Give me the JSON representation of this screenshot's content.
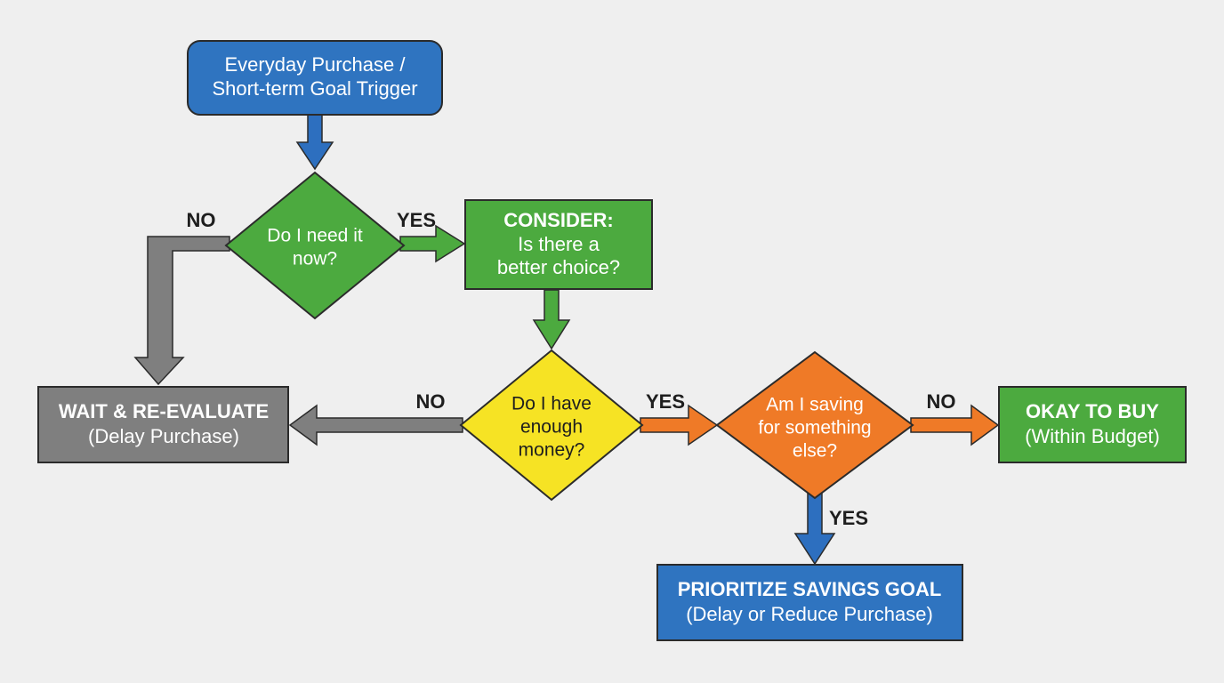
{
  "colors": {
    "background": "#efefef",
    "blue": "#2f74c0",
    "blue_arrow": "#2d6fbf",
    "green": "#4caa3f",
    "yellow": "#f6e324",
    "orange": "#ef7a27",
    "gray": "#7f7f7f",
    "outline": "#2b2b2b",
    "text_light": "#ffffff",
    "text_dark": "#1e1e1e"
  },
  "nodes": {
    "start": {
      "line1": "Everyday Purchase /",
      "line2": "Short-term Goal Trigger"
    },
    "need_now": {
      "line1": "Do I need it",
      "line2": "now?"
    },
    "consider": {
      "line1": "CONSIDER:",
      "line2": "Is there a",
      "line3": "better choice?"
    },
    "enough_money": {
      "line1": "Do I have",
      "line2": "enough",
      "line3": "money?"
    },
    "saving_else": {
      "line1": "Am I saving",
      "line2": "for something",
      "line3": "else?"
    },
    "wait": {
      "line1": "WAIT & RE-EVALUATE",
      "line2": "(Delay Purchase)"
    },
    "okay": {
      "line1": "OKAY TO BUY",
      "line2": "(Within Budget)"
    },
    "prioritize": {
      "line1": "PRIORITIZE SAVINGS GOAL",
      "line2": "(Delay or Reduce Purchase)"
    }
  },
  "edges": {
    "need_now_no": "NO",
    "need_now_yes": "YES",
    "money_no": "NO",
    "money_yes": "YES",
    "saving_no": "NO",
    "saving_yes": "YES"
  }
}
